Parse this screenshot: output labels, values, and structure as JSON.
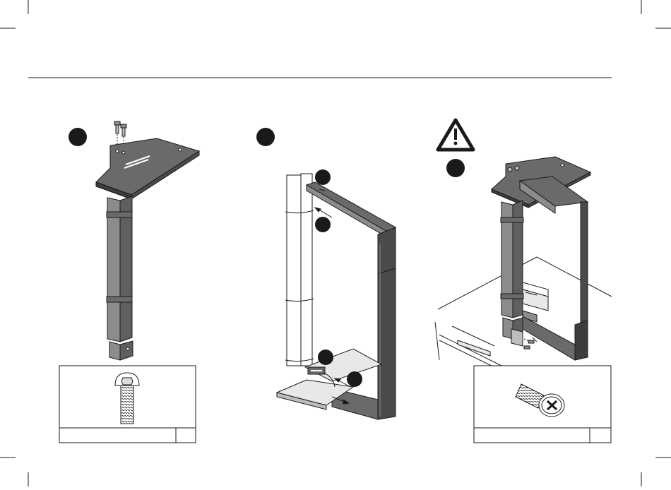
{
  "steps": [
    {
      "id": "step-1",
      "number": ""
    },
    {
      "id": "step-2",
      "number": ""
    },
    {
      "id": "step-3",
      "number": ""
    }
  ],
  "callouts": [
    {
      "label": ""
    },
    {
      "label": ""
    },
    {
      "label": ""
    },
    {
      "label": ""
    }
  ],
  "hardware_boxes": [
    {
      "description": "",
      "quantity": ""
    },
    {
      "description": "",
      "quantity": ""
    }
  ],
  "icons": {
    "warning": "warning-icon",
    "bolt": "hex-socket-bolt-icon",
    "screw": "phillips-screw-icon"
  },
  "colors": {
    "ink": "#1a1a1a",
    "steel": "#5f5f5f",
    "steel_dark": "#3d3d3d",
    "steel_light": "#8c8c8c",
    "paper": "#ffffff"
  }
}
